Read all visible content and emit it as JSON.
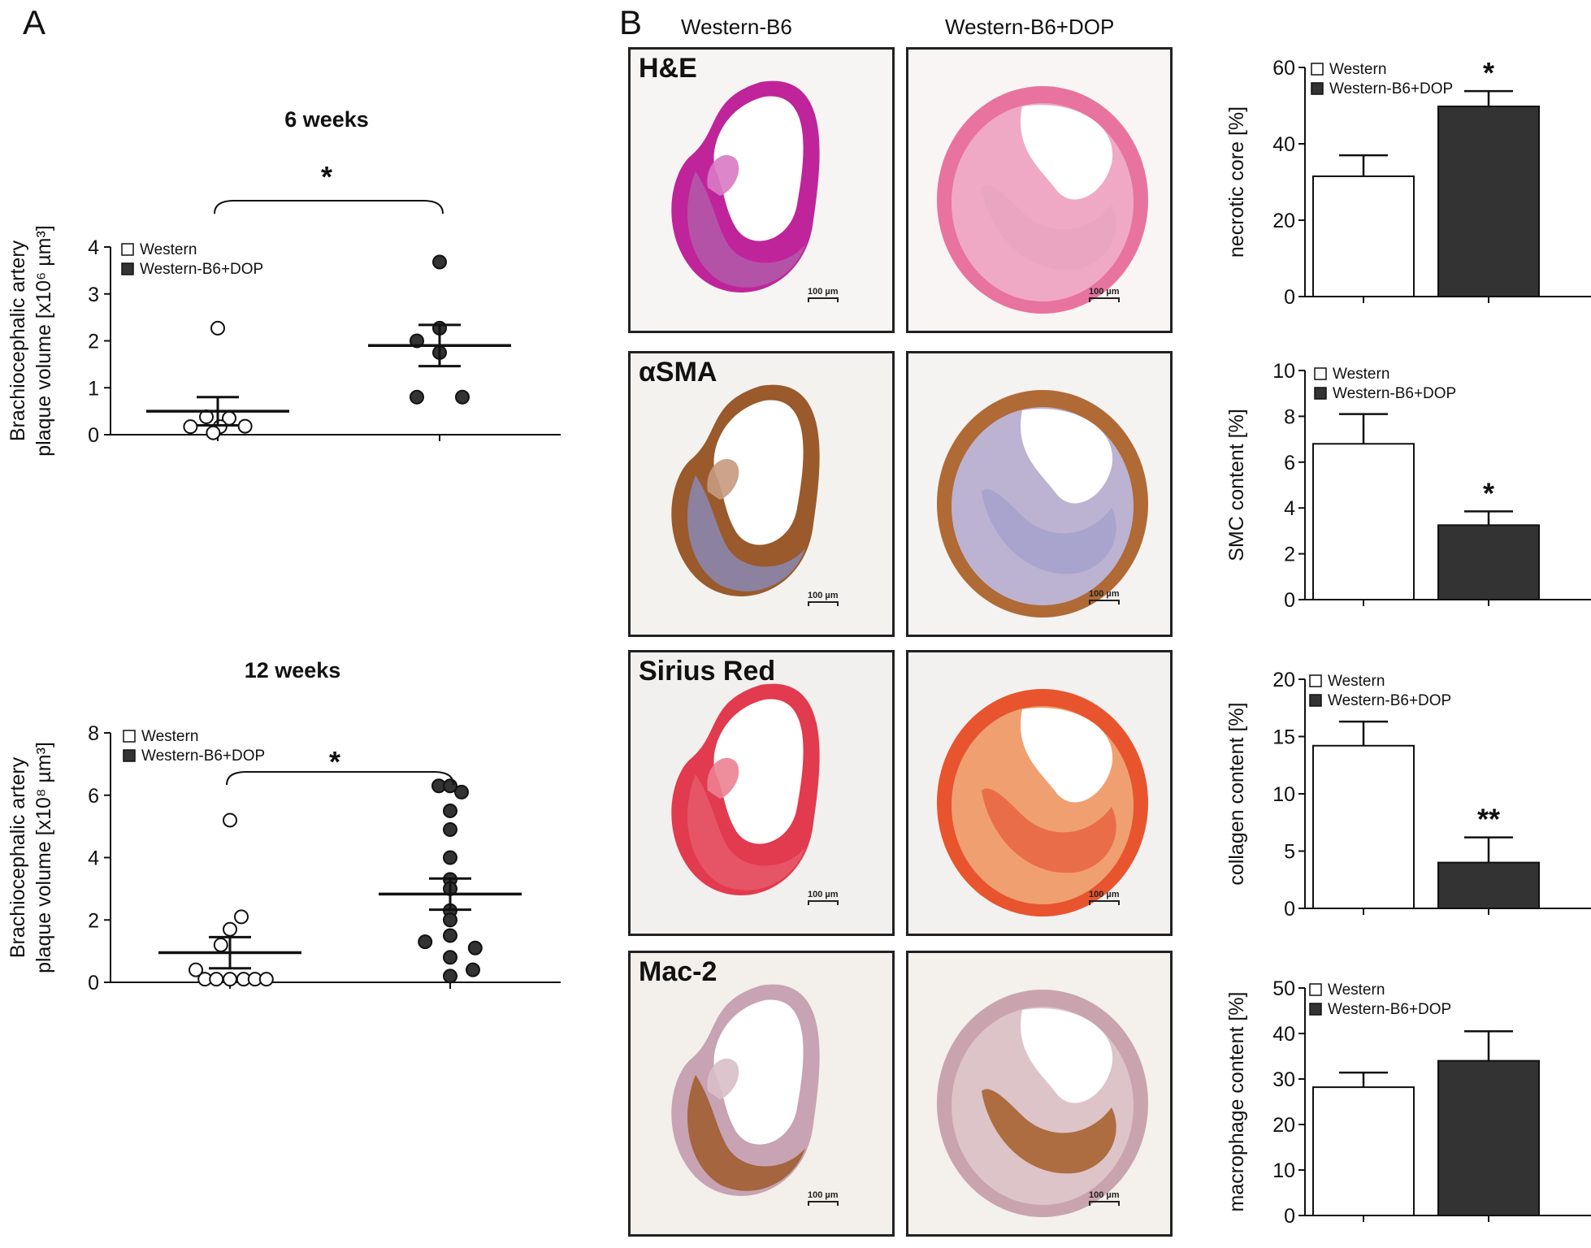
{
  "panel_labels": {
    "a": "A",
    "b": "B"
  },
  "column_headers": [
    "Western-B6",
    "Western-B6+DOP"
  ],
  "stains": [
    {
      "name": "H&E",
      "scale": "100 µm",
      "colors": {
        "bg": "#f7f5f3",
        "wall": "#c0249a",
        "inner": "#d97ac4",
        "plaque": "#b15aaa"
      }
    },
    {
      "name": "αSMA",
      "scale": "100 µm",
      "colors": {
        "bg": "#f4f2ef",
        "wall": "#9a5a2c",
        "inner": "#c79a80",
        "plaque": "#8a88b4"
      }
    },
    {
      "name": "Sirius Red",
      "scale": "100 µm",
      "colors": {
        "bg": "#f2f0ee",
        "wall": "#e23a4e",
        "inner": "#ec8190",
        "plaque": "#e65a6a"
      }
    },
    {
      "name": "Mac-2",
      "scale": "100 µm",
      "colors": {
        "bg": "#f3efea",
        "wall": "#c7a3b3",
        "inner": "#d8bfc6",
        "plaque": "#9e5a2a"
      }
    }
  ],
  "right_stains_colors": [
    {
      "bg": "#f8f5f4",
      "wall": "#e8739f",
      "inner": "#f0a9c4",
      "plaque": "#e8a4c0"
    },
    {
      "bg": "#f5f3f1",
      "wall": "#b06a36",
      "inner": "#bcb2d2",
      "plaque": "#a4a0cc"
    },
    {
      "bg": "#f3f1ef",
      "wall": "#e8542e",
      "inner": "#f0a070",
      "plaque": "#e86040"
    },
    {
      "bg": "#f4f0ec",
      "wall": "#c9a4ae",
      "inner": "#dcc4c8",
      "plaque": "#a2581e"
    }
  ],
  "chart_data": [
    {
      "type": "scatter",
      "title": "6 weeks",
      "ylabel_lines": [
        "Brachiocephalic artery",
        "plaque volume [x10⁶ µm³]"
      ],
      "ylim": [
        0,
        4
      ],
      "yticks": [
        0,
        1,
        2,
        3,
        4
      ],
      "legend": [
        "Western",
        "Western-B6+DOP"
      ],
      "significance": "*",
      "series": [
        {
          "name": "Western",
          "fill": "#ffffff",
          "points": [
            2.27,
            0.38,
            0.35,
            0.17,
            0.18,
            0.17,
            0.04
          ],
          "jitter": [
            0,
            -0.5,
            0.5,
            -1.2,
            1.2,
            0.1,
            -0.2
          ],
          "mean": 0.5,
          "sem_low": 0.2,
          "sem_high": 0.8
        },
        {
          "name": "Western-B6+DOP",
          "fill": "#333333",
          "points": [
            3.68,
            2.27,
            2.0,
            1.75,
            0.8,
            0.8
          ],
          "jitter": [
            0,
            0,
            -1,
            0,
            -1,
            1
          ],
          "mean": 1.9,
          "sem_low": 1.46,
          "sem_high": 2.34
        }
      ]
    },
    {
      "type": "scatter",
      "title": "12 weeks",
      "ylabel_lines": [
        "Brachiocephalic artery",
        "plaque volume [x10⁸ µm³]"
      ],
      "ylim": [
        0,
        8
      ],
      "yticks": [
        0,
        2,
        4,
        6,
        8
      ],
      "legend": [
        "Western",
        "Western-B6+DOP"
      ],
      "significance": "*",
      "series": [
        {
          "name": "Western",
          "fill": "#ffffff",
          "points": [
            5.2,
            2.1,
            1.7,
            1.2,
            0.4,
            0.1,
            0.1,
            0.1,
            0.1,
            0.1,
            0.1
          ],
          "jitter": [
            0,
            0.5,
            0,
            -0.4,
            -1.5,
            -1.1,
            -0.6,
            0,
            0.6,
            1.1,
            1.6
          ],
          "mean": 0.95,
          "sem_low": 0.45,
          "sem_high": 1.45
        },
        {
          "name": "Western-B6+DOP",
          "fill": "#333333",
          "points": [
            6.3,
            6.1,
            6.3,
            5.5,
            4.9,
            4.0,
            3.3,
            3.0,
            2.3,
            2.0,
            1.5,
            1.3,
            1.1,
            0.8,
            0.4,
            0.2
          ],
          "jitter": [
            -0.5,
            0.5,
            0,
            0,
            0,
            0,
            0,
            0,
            0,
            0,
            0,
            -1.1,
            1.1,
            0,
            1,
            0
          ],
          "mean": 2.83,
          "sem_low": 2.33,
          "sem_high": 3.33
        }
      ]
    },
    {
      "type": "bar",
      "ylabel": "necrotic core [%]",
      "ylim": [
        0,
        60
      ],
      "yticks": [
        0,
        20,
        40,
        60
      ],
      "legend": [
        "Western",
        "Western-B6+DOP"
      ],
      "series": [
        {
          "name": "Western",
          "value": 31.5,
          "error": 5.5
        },
        {
          "name": "Western-B6+DOP",
          "value": 49.8,
          "error": 4.0
        }
      ],
      "significance": [
        "",
        "*"
      ]
    },
    {
      "type": "bar",
      "ylabel": "SMC content [%]",
      "ylim": [
        0,
        10
      ],
      "yticks": [
        0,
        2,
        4,
        6,
        8,
        10
      ],
      "legend": [
        "Western",
        "Western-B6+DOP"
      ],
      "series": [
        {
          "name": "Western",
          "value": 6.8,
          "error": 1.3
        },
        {
          "name": "Western-B6+DOP",
          "value": 3.25,
          "error": 0.6
        }
      ],
      "significance": [
        "",
        "*"
      ]
    },
    {
      "type": "bar",
      "ylabel": "collagen content [%]",
      "ylim": [
        0,
        20
      ],
      "yticks": [
        0,
        5,
        10,
        15,
        20
      ],
      "legend": [
        "Western",
        "Western-B6+DOP"
      ],
      "series": [
        {
          "name": "Western",
          "value": 14.2,
          "error": 2.1
        },
        {
          "name": "Western-B6+DOP",
          "value": 4.0,
          "error": 2.2
        }
      ],
      "significance": [
        "",
        "**"
      ]
    },
    {
      "type": "bar",
      "ylabel": "macrophage content [%]",
      "ylim": [
        0,
        50
      ],
      "yticks": [
        0,
        10,
        20,
        30,
        40,
        50
      ],
      "legend": [
        "Western",
        "Western-B6+DOP"
      ],
      "series": [
        {
          "name": "Western",
          "value": 28.2,
          "error": 3.2
        },
        {
          "name": "Western-B6+DOP",
          "value": 34.0,
          "error": 6.5
        }
      ],
      "significance": [
        "",
        ""
      ]
    }
  ]
}
